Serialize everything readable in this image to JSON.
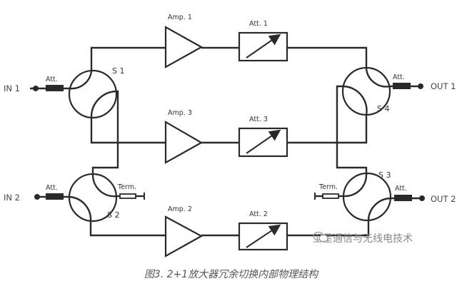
{
  "diagram": {
    "inputs": [
      {
        "id": "in1",
        "label": "IN 1"
      },
      {
        "id": "in2",
        "label": "IN 2"
      }
    ],
    "outputs": [
      {
        "id": "out1",
        "label": "OUT 1"
      },
      {
        "id": "out2",
        "label": "OUT 2"
      }
    ],
    "switches": [
      {
        "id": "s1",
        "label": "S 1"
      },
      {
        "id": "s2",
        "label": "S 2"
      },
      {
        "id": "s3",
        "label": "S 3"
      },
      {
        "id": "s4",
        "label": "S 4"
      }
    ],
    "amplifiers": [
      {
        "id": "amp1",
        "label": "Amp. 1"
      },
      {
        "id": "amp3",
        "label": "Amp. 3"
      },
      {
        "id": "amp2",
        "label": "Amp. 2"
      }
    ],
    "variable_attenuators": [
      {
        "id": "att1",
        "label": "Att. 1"
      },
      {
        "id": "att3",
        "label": "Att. 3"
      },
      {
        "id": "att2",
        "label": "Att. 2"
      }
    ],
    "fixed_attenuator_label": "Att.",
    "termination_label": "Term.",
    "caption": "图3. 2+1放大器冗余切换内部物理结构",
    "watermark": "卫星通信与无线电技术"
  }
}
